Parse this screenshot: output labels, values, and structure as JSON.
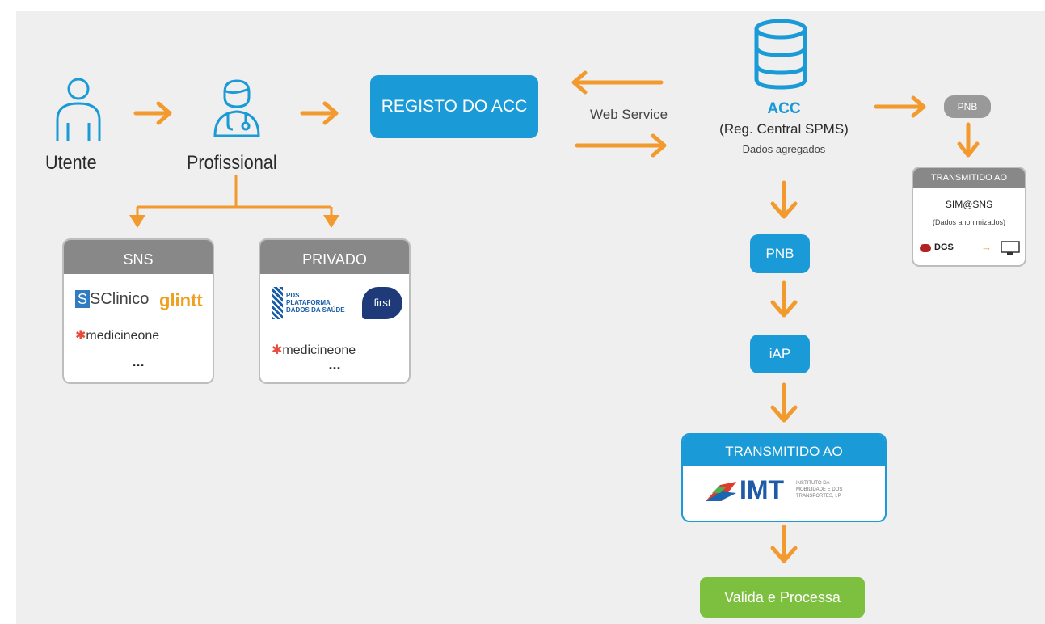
{
  "colors": {
    "arrow": "#f29a2e",
    "blue": "#1a9bd7",
    "green": "#7dbf3e",
    "gray": "#888888",
    "icon_blue": "#1a9bd7"
  },
  "actors": {
    "utente": "Utente",
    "profissional": "Profissional"
  },
  "registo": {
    "label": "REGISTO DO ACC"
  },
  "web_service": "Web Service",
  "acc": {
    "title": "ACC",
    "subtitle": "(Reg. Central SPMS)",
    "caption": "Dados agregados"
  },
  "sns_card": {
    "title": "SNS",
    "more": "...",
    "logos": [
      "SClinico",
      "glintt",
      "medicineone"
    ]
  },
  "privado_card": {
    "title": "PRIVADO",
    "more": "...",
    "pds_text": "PDS\nPLATAFORMA\nDADOS DA SAÚDE",
    "first_text": "first",
    "logos": [
      "medicineone"
    ]
  },
  "pnb_top": "PNB",
  "sim_card": {
    "title": "TRANSMITIDO AO",
    "name": "SIM@SNS",
    "note": "(Dados anonimizados)",
    "dgs": "DGS"
  },
  "pnb_main": "PNB",
  "iap": "iAP",
  "imt_card": {
    "title": "TRANSMITIDO AO",
    "logo_text": "IMT",
    "logo_sub": "INSTITUTO DA\nMOBILIDADE E DOS\nTRANSPORTES, I.P."
  },
  "valida": "Valida e Processa"
}
